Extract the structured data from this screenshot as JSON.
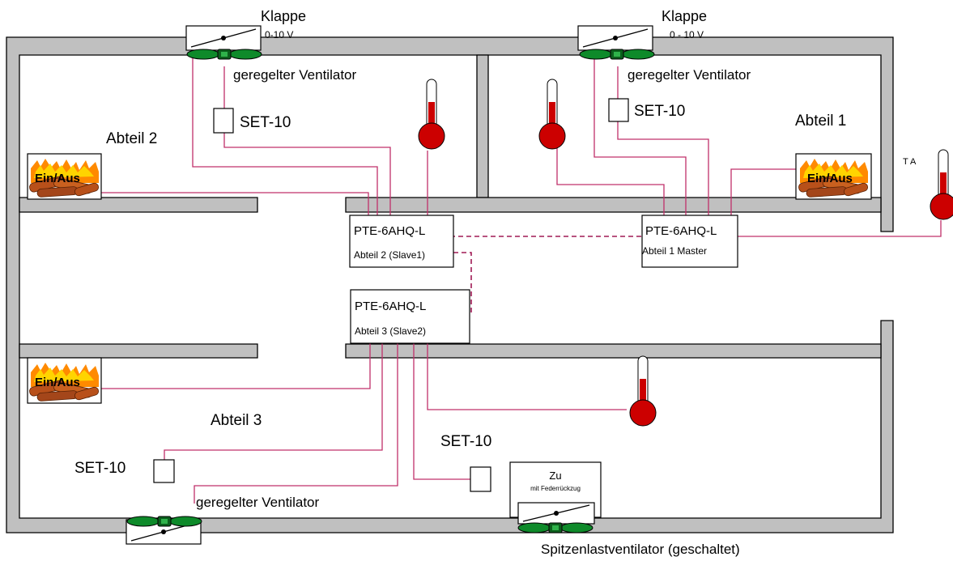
{
  "labels": {
    "damper_top_left": "Klappe",
    "damper_top_left_signal": "0-10 V",
    "damper_top_right": "Klappe",
    "damper_top_right_signal": "0 - 10 V",
    "fan_ctrl_top_left": "geregelter Ventilator",
    "fan_ctrl_top_right": "geregelter Ventilator",
    "fan_ctrl_bottom": "geregelter Ventilator",
    "set10_1": "SET-10",
    "set10_2": "SET-10",
    "set10_3": "SET-10",
    "set10_4": "SET-10",
    "room2": "Abteil 2",
    "room1": "Abteil 1",
    "room3": "Abteil 3",
    "heater_1": "Ein/Aus",
    "heater_2": "Ein/Aus",
    "heater_3": "Ein/Aus",
    "outside_temp": "T A",
    "ctrl_slave1_model": "PTE-6AHQ-L",
    "ctrl_slave1_role": "Abteil 2 (Slave1)",
    "ctrl_master_model": "PTE-6AHQ-L",
    "ctrl_master_role": "Abteil 1 Master",
    "ctrl_slave2_model": "PTE-6AHQ-L",
    "ctrl_slave2_role": "Abteil 3 (Slave2)",
    "flap_closed": "Zu",
    "flap_spring": "mit Federrückzug",
    "peak_fan": "Spitzenlastventilator (geschaltet)"
  },
  "colors": {
    "wire": "#c0306a",
    "bus": "#a01a55",
    "fan": "#0e8a2a",
    "thermometer": "#cc0000",
    "flame": "#ff8a00",
    "wood": "#b8501a"
  }
}
